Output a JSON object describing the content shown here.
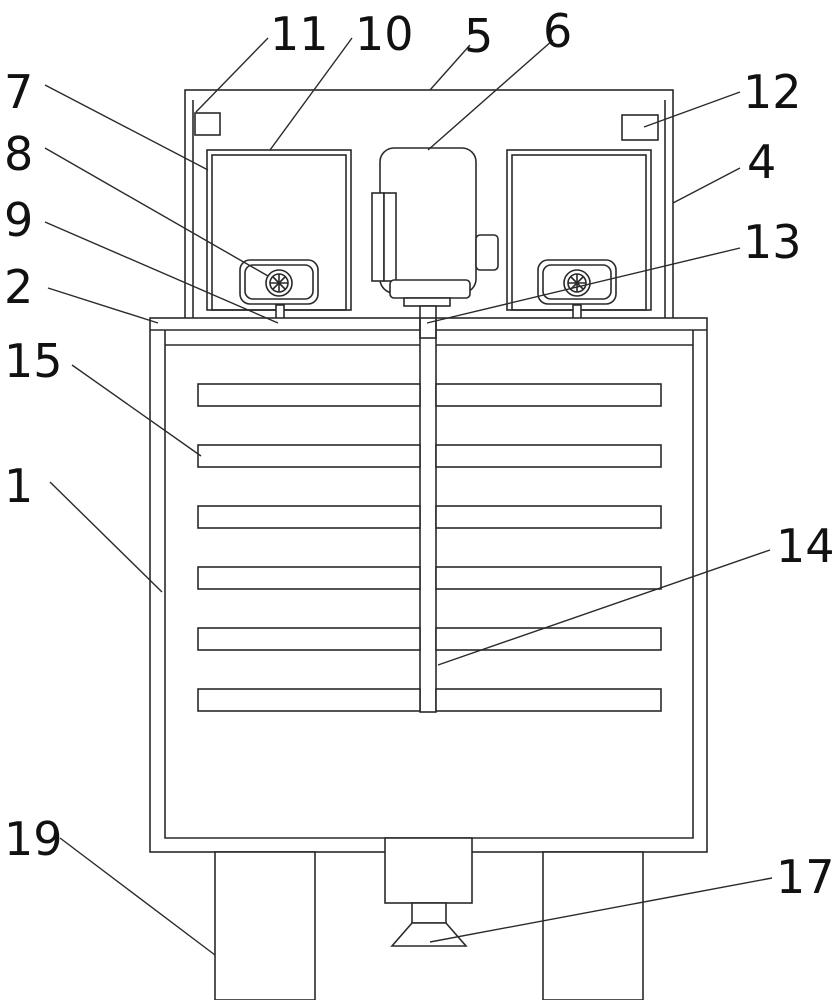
{
  "labels": {
    "l1": "1",
    "l2": "2",
    "l4": "4",
    "l5": "5",
    "l6": "6",
    "l7": "7",
    "l8": "8",
    "l9": "9",
    "l10": "10",
    "l11": "11",
    "l12": "12",
    "l13": "13",
    "l14": "14",
    "l15": "15",
    "l17": "17",
    "l19": "19"
  }
}
